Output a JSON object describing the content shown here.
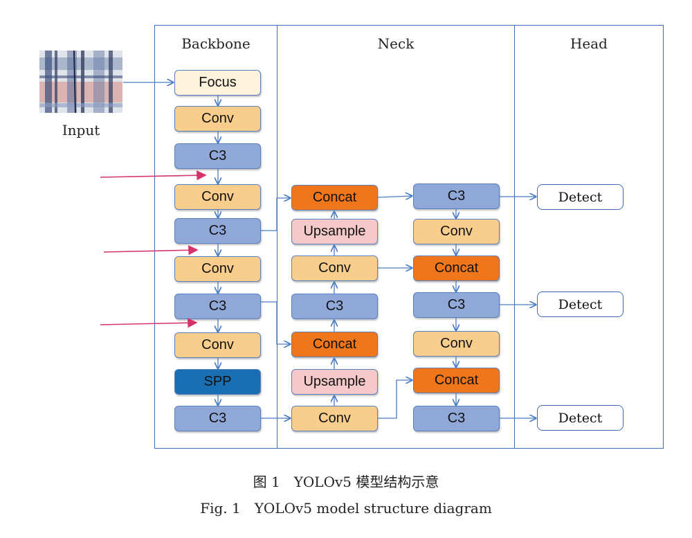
{
  "sections": {
    "backbone": "Backbone",
    "neck": "Neck",
    "head": "Head"
  },
  "input": {
    "label": "Input"
  },
  "backbone": {
    "blocks": [
      "Focus",
      "Conv",
      "C3",
      "Conv",
      "C3",
      "Conv",
      "C3",
      "Conv",
      "SPP",
      "C3"
    ]
  },
  "neck": {
    "left_column": [
      "Concat",
      "Upsample",
      "Conv",
      "C3",
      "Concat",
      "Upsample",
      "Conv"
    ],
    "right_column": [
      "C3",
      "Conv",
      "Concat",
      "C3",
      "Conv",
      "Concat",
      "C3"
    ]
  },
  "head": {
    "outputs": [
      "Detect",
      "Detect",
      "Detect"
    ]
  },
  "caption": {
    "chinese": "图 1　YOLOv5 模型结构示意",
    "english": "Fig. 1　YOLOv5 model structure diagram"
  },
  "colors": {
    "panel_border": "#3a6db5",
    "focus": "#fdf3dc",
    "conv": "#f9cd8c",
    "c3": "#8fa8d8",
    "spp": "#1a6fb3",
    "concat": "#f0761c",
    "upsample": "#f5c9c9",
    "red_arrow": "#d6336c",
    "connector": "#4a7cc0"
  }
}
